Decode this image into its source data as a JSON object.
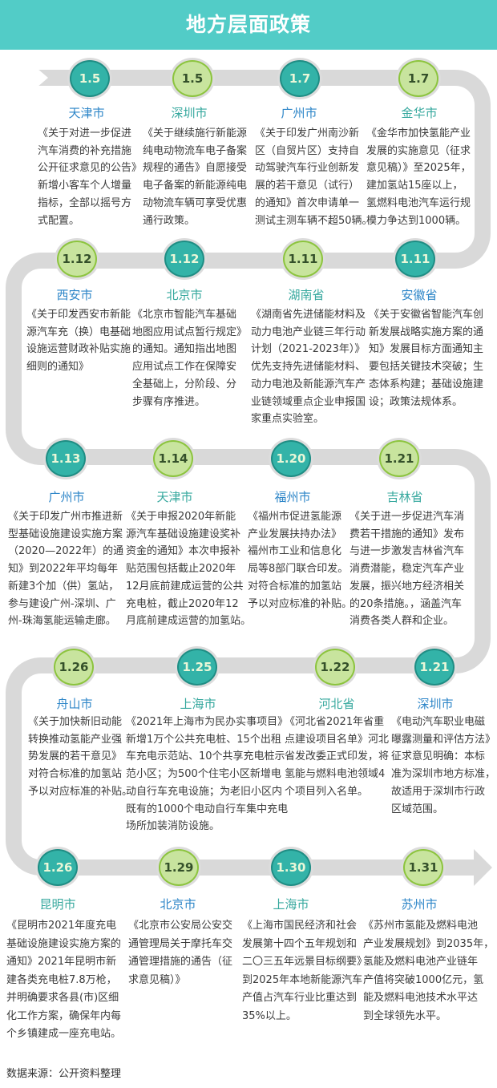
{
  "header": {
    "title": "地方层面政策"
  },
  "colors": {
    "header_bg": "#52CCC7",
    "path": "#D9D9D9",
    "marker_halo": "#DCDCDC",
    "marker_teal_fill": "#33B3A8",
    "marker_teal_border": "#1F8D84",
    "marker_teal_text": "#EAF7D8",
    "marker_green_fill": "#C8E49E",
    "marker_green_border": "#8CC43E",
    "marker_green_text": "#34502A",
    "region_blue": "#2E86C8",
    "region_teal": "#36A89E",
    "body_text": "#3B3B3B"
  },
  "timeline": [
    {
      "date": "1.5",
      "region": "天津市",
      "marker": "teal",
      "region_tone": "blue",
      "text": "《关于对进一步促进\n汽车消费的补充措施\n公开征求意见的公告》\n新增小客车个人增量\n指标，全部以摇号方\n式配置。"
    },
    {
      "date": "1.5",
      "region": "深圳市",
      "marker": "green",
      "region_tone": "teal",
      "text": "《关于继续施行新能源\n纯电动物流车电子备案\n规程的通告》自愿接受\n电子备案的新能源纯电\n动物流车辆可享受优惠\n通行政策。"
    },
    {
      "date": "1.7",
      "region": "广州市",
      "marker": "teal",
      "region_tone": "blue",
      "text": "《关于印发广州南沙新\n区（自贸片区）支持自\n动驾驶汽车行业创新发\n展的若干意见（试行）\n的通知》首次申请单一\n测试主测车辆不超50辆。"
    },
    {
      "date": "1.7",
      "region": "金华市",
      "marker": "green",
      "region_tone": "teal",
      "text": "《金华市加快氢能产业\n发展的实施意见（征求\n意见稿）》至2025年，\n建加氢站15座以上，\n氢燃料电池汽车运行规\n模力争达到1000辆。"
    },
    {
      "date": "1.12",
      "region": "西安市",
      "marker": "green",
      "region_tone": "blue",
      "text": "《关于印发西安市新能\n源汽车充（换）电基础\n设施运营财政补贴实施\n细则的通知》"
    },
    {
      "date": "1.12",
      "region": "北京市",
      "marker": "teal",
      "region_tone": "teal",
      "text": "《北京市智能汽车基础\n地图应用试点暂行规定》\n的通知。通知指出地图\n应用试点工作在保障安\n全基础上，分阶段、分\n步骤有序推进。"
    },
    {
      "date": "1.11",
      "region": "湖南省",
      "marker": "green",
      "region_tone": "teal",
      "text": "《湖南省先进储能材料及\n动力电池产业链三年行动\n计划（2021-2023年）》\n优先支持先进储能材料、\n动力电池及新能源汽车产\n业链领域重点企业申报国\n家重点实验室。"
    },
    {
      "date": "1.11",
      "region": "安徽省",
      "marker": "teal",
      "region_tone": "blue",
      "text": "《关于安徽省智能汽车创\n新发展战略实施方案的通\n知》发展目标方面通知主\n要包括关键技术突破；生\n态体系构建；基础设施建\n设；政策法规体系。"
    },
    {
      "date": "1.13",
      "region": "广州市",
      "marker": "teal",
      "region_tone": "blue",
      "text": "《关于印发广州市推进新\n型基础设施建设实施方案\n（2020—2022年）的通\n知》到2022年平均每年\n新建3个加（供）氢站，\n参与建设广州-深圳、广\n州-珠海氢能运输走廊。"
    },
    {
      "date": "1.14",
      "region": "天津市",
      "marker": "green",
      "region_tone": "teal",
      "text": "《关于申报2020年新能\n源汽车基础设施建设奖补\n资金的通知》本次申报补\n贴范围包括截止2020年\n12月底前建成运营的公共\n充电桩，截止2020年12\n月底前建成运营的加氢站。"
    },
    {
      "date": "1.20",
      "region": "福州市",
      "marker": "teal",
      "region_tone": "blue",
      "text": "《福州市促进氢能源\n产业发展扶持办法》\n福州市工业和信息化\n局等8部门联合印发。\n对符合标准的加氢站\n予以对应标准的补贴。"
    },
    {
      "date": "1.21",
      "region": "吉林省",
      "marker": "green",
      "region_tone": "teal",
      "text": "《关于进一步促进汽车消\n费若干措施的通知》发布\n与进一步激发吉林省汽车\n消费潜能，稳定汽车产业\n发展，振兴地方经济相关\n的20条措施。，涵盖汽车\n消费各类人群和企业。"
    },
    {
      "date": "1.26",
      "region": "舟山市",
      "marker": "green",
      "region_tone": "blue",
      "text": "《关于加快新旧动能\n转换推动氢能产业强\n势发展的若干意见》\n对符合标准的加氢站\n予以对应标准的补贴。"
    },
    {
      "date": "1.25",
      "region": "上海市",
      "marker": "teal",
      "region_tone": "teal",
      "text": "《2021年上海市为民办实事项目》\n新增1万个公共充电桩、15个出租\n车充电示范站、10个共享充电桩示\n范小区；为500个住宅小区新增电\n动自行车充电设施；为老旧小区内\n既有的1000个电动自行车集中充电\n场所加装消防设施。"
    },
    {
      "date": "1.22",
      "region": "河北省",
      "marker": "green",
      "region_tone": "teal",
      "text": "《河北省2021年省重\n点建设项目名单》河北\n省发改委正式印发，将\n氢能与燃料电池领域4\n个项目列入名单。"
    },
    {
      "date": "1.21",
      "region": "深圳市",
      "marker": "teal",
      "region_tone": "blue",
      "text": "《电动汽车职业电磁\n曝露测量和评估方法》\n征求意见明确：本标\n准为深圳市地方标准，\n故适用于深圳市行政\n区域范围。"
    },
    {
      "date": "1.26",
      "region": "昆明市",
      "marker": "teal",
      "region_tone": "teal",
      "text": "《昆明市2021年度充电\n基础设施建设实施方案的\n通知》2021年昆明市新\n建各类充电桩7.8万枪，\n并明确要求各县(市)区细\n化工作方案，确保年内每\n个乡镇建成一座充电站。"
    },
    {
      "date": "1.29",
      "region": "北京市",
      "marker": "green",
      "region_tone": "blue",
      "text": "《北京市公安局公安交\n通管理局关于摩托车交\n通管理措施的通告（征\n求意见稿）》"
    },
    {
      "date": "1.30",
      "region": "上海市",
      "marker": "teal",
      "region_tone": "teal",
      "text": "《上海市国民经济和社会\n发展第十四个五年规划和\n二〇三五年远景目标纲要》\n到2025年本地新能源汽车\n产值占汽车行业比重达到\n35%以上。"
    },
    {
      "date": "1.31",
      "region": "苏州市",
      "marker": "green",
      "region_tone": "blue",
      "text": "《苏州市氢能及燃料电池\n产业发展规划》到2035年，\n氢能及燃料电池产业链年\n产值将突破1000亿元，氢\n能及燃料电池技术水平达\n到全球领先水平。"
    }
  ],
  "footer": {
    "source": "数据来源：公开资料整理"
  }
}
